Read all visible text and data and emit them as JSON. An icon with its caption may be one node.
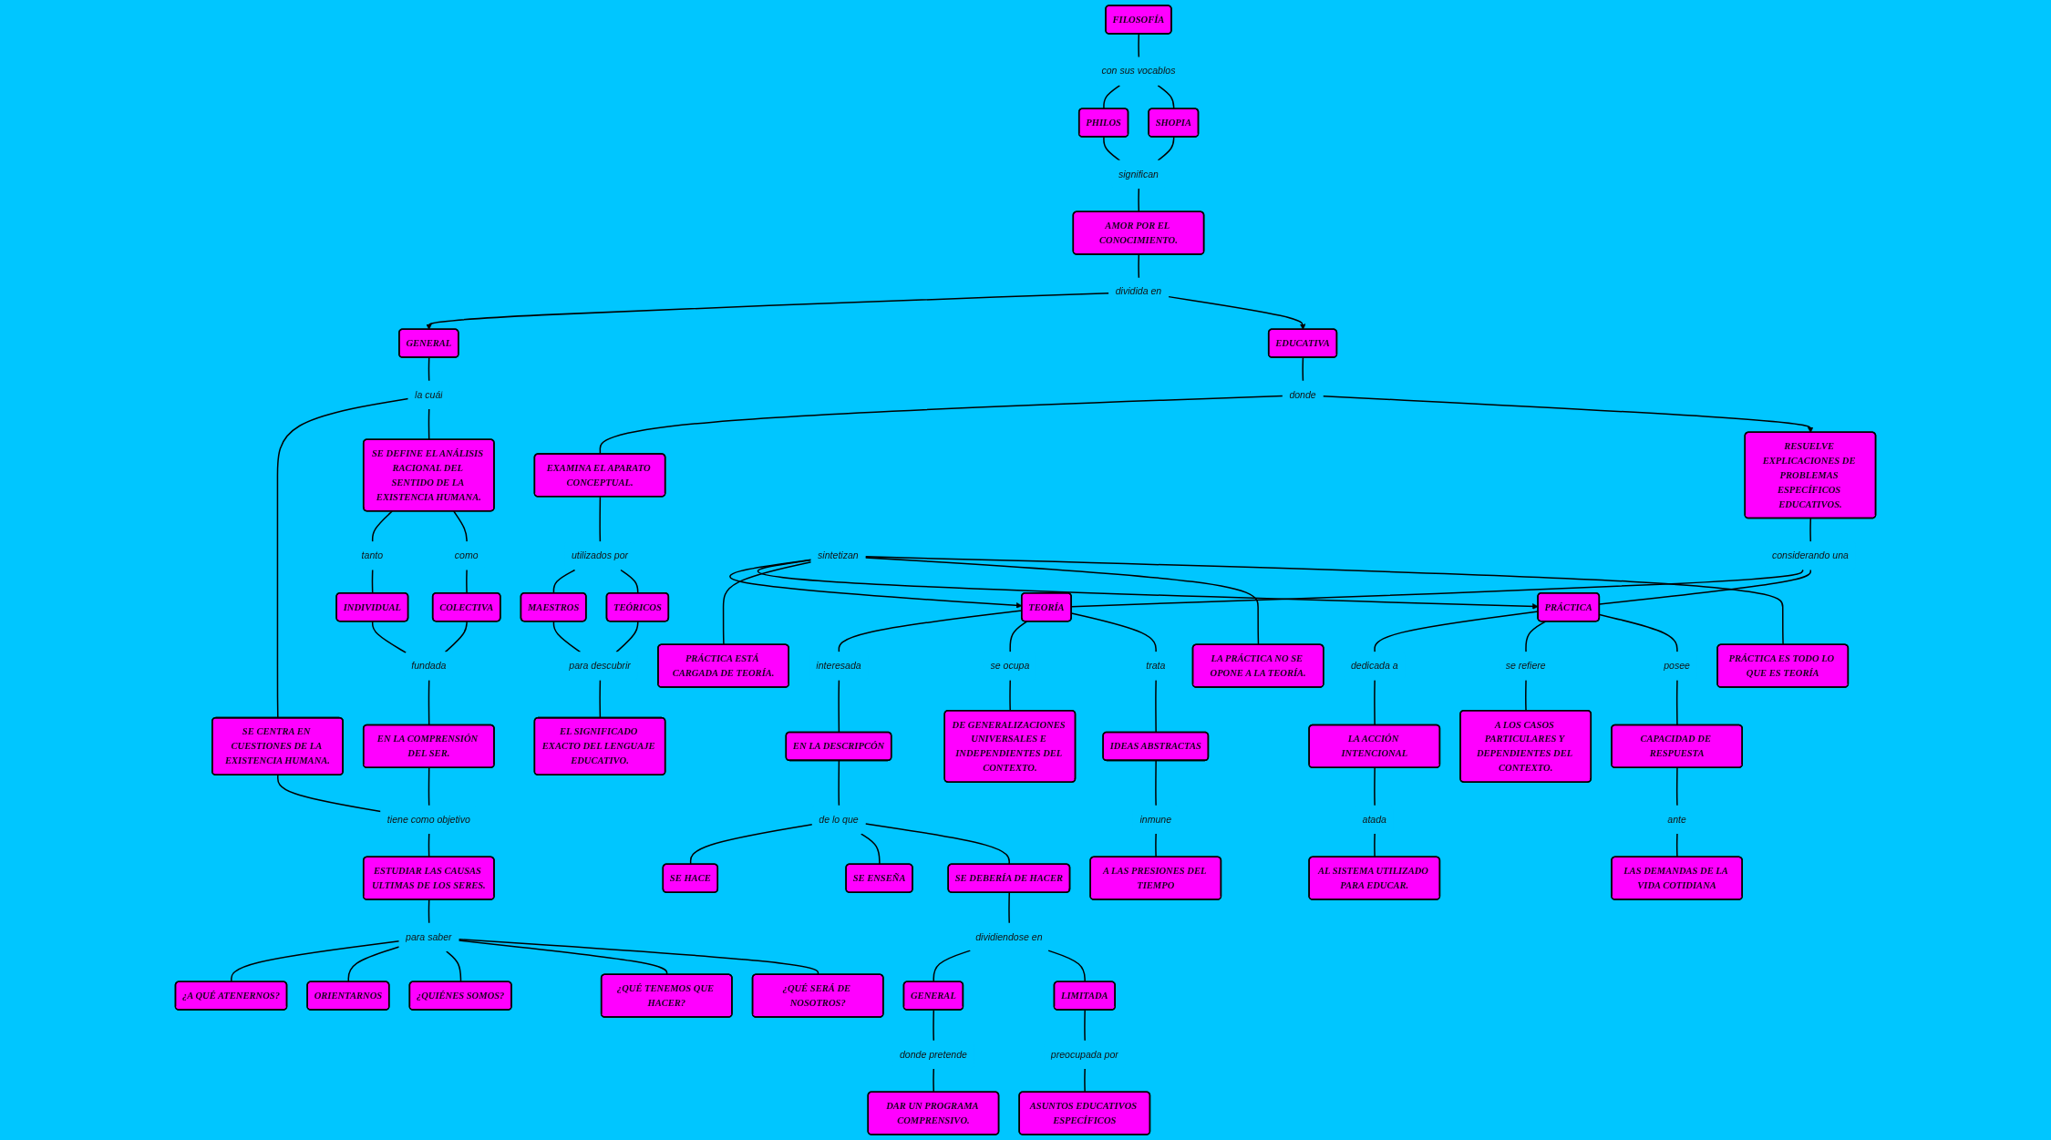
{
  "diagram": {
    "nodes": [
      {
        "text": [
          "FILOSOFÍA"
        ]
      },
      {
        "text": [
          "con sus vocablos"
        ]
      },
      {
        "text": [
          "PHILOS"
        ]
      },
      {
        "text": [
          "SHOPIA"
        ]
      },
      {
        "text": [
          "significan"
        ]
      },
      {
        "text": [
          "AMOR POR EL CONOCIMIENTO."
        ]
      },
      {
        "text": [
          "dividida en"
        ]
      },
      {
        "text": [
          "GENERAL"
        ]
      },
      {
        "text": [
          "EDUCATIVA"
        ]
      },
      {
        "text": [
          "la cuál"
        ]
      },
      {
        "text": [
          "donde"
        ]
      },
      {
        "text": [
          "SE DEFINE EL ANÁLISIS RACIONAL DEL SENTIDO DE LA EXISTENCIA HUMANA."
        ]
      },
      {
        "text": [
          "EXAMINA EL APARATO CONCEPTUAL."
        ]
      },
      {
        "text": [
          "RESUELVE EXPLICACIONES DE PROBLEMAS ESPECÍFICOS EDUCATIVOS."
        ]
      },
      {
        "text": [
          "SE CENTRA EN CUESTIONES DE LA EXISTENCIA HUMANA."
        ]
      },
      {
        "text": [
          "tanto"
        ]
      },
      {
        "text": [
          "como"
        ]
      },
      {
        "text": [
          "INDIVIDUAL"
        ]
      },
      {
        "text": [
          "COLECTIVA"
        ]
      },
      {
        "text": [
          "considerando una"
        ]
      },
      {
        "text": [
          "utilizados por"
        ]
      },
      {
        "text": [
          "fundada"
        ]
      },
      {
        "text": [
          "MAESTROS"
        ]
      },
      {
        "text": [
          "TEÓRICOS"
        ]
      },
      {
        "text": [
          "EN LA COMPRENSIÓN DEL SER."
        ]
      },
      {
        "text": [
          "PRÁCTICA"
        ]
      },
      {
        "text": [
          "TEORÍA"
        ]
      },
      {
        "text": [
          "sintetizan"
        ]
      },
      {
        "text": [
          "dedicada a"
        ]
      },
      {
        "text": [
          "posee"
        ]
      },
      {
        "text": [
          "tiene como objetivo"
        ]
      },
      {
        "text": [
          "para descubrir"
        ]
      },
      {
        "text": [
          "interesada"
        ]
      },
      {
        "text": [
          "se ocupa"
        ]
      },
      {
        "text": [
          "trata"
        ]
      },
      {
        "text": [
          "se refiere"
        ]
      },
      {
        "text": [
          "PRÁCTICA ESTÁ CARGADA DE TEORÍA."
        ]
      },
      {
        "text": [
          "PRÁCTICA ES TODO LO QUE ES TEORÍA"
        ]
      },
      {
        "text": [
          "LA ACCIÓN INTENCIONAL"
        ]
      },
      {
        "text": [
          "CAPACIDAD DE RESPUESTA"
        ]
      },
      {
        "text": [
          "ESTUDIAR LAS CAUSAS ULTIMAS DE LOS SERES."
        ]
      },
      {
        "text": [
          "EL SIGNIFICADO EXACTO DEL LENGUAJE EDUCATIVO."
        ]
      },
      {
        "text": [
          "EN LA DESCRIPCÓN"
        ]
      },
      {
        "text": [
          "DE GENERALIZACIONES UNIVERSALES E INDEPENDIENTES DEL CONTEXTO."
        ]
      },
      {
        "text": [
          "IDEAS ABSTRACTAS"
        ]
      },
      {
        "text": [
          "A LOS CASOS PARTICULARES Y DEPENDIENTES DEL CONTEXTO."
        ]
      },
      {
        "text": [
          "ante"
        ]
      },
      {
        "text": [
          "de lo que"
        ]
      },
      {
        "text": [
          "atada"
        ]
      },
      {
        "text": [
          "inmune"
        ]
      },
      {
        "text": [
          "para saber"
        ]
      },
      {
        "text": [
          "SE HACE"
        ]
      },
      {
        "text": [
          "SE ENSEÑA"
        ]
      },
      {
        "text": [
          "A LAS PRESIONES DEL TIEMPO"
        ]
      },
      {
        "text": [
          "LAS DEMANDAS DE LA VIDA COTIDIANA"
        ]
      },
      {
        "text": [
          "AL SISTEMA UTILIZADO PARA EDUCAR."
        ]
      },
      {
        "text": [
          "LA PRÁCTICA NO SE OPONE A LA TEORÍA."
        ]
      },
      {
        "text": [
          "¿QUÉ SERÁ DE NOSOTROS?"
        ]
      },
      {
        "text": [
          "¿A QUÉ ATENERNOS?"
        ]
      },
      {
        "text": [
          "SE DEBERÍA DE HACER"
        ]
      },
      {
        "text": [
          "¿QUIÉNES SOMOS?"
        ]
      },
      {
        "text": [
          "ORIENTARNOS"
        ]
      },
      {
        "text": [
          "¿QUÉ TENEMOS QUE HACER?"
        ]
      },
      {
        "text": [
          "dividiendose en"
        ]
      },
      {
        "text": [
          "GENERAL"
        ]
      },
      {
        "text": [
          "LIMITADA"
        ]
      },
      {
        "text": [
          "donde pretende"
        ]
      },
      {
        "text": [
          "preocupada por"
        ]
      },
      {
        "text": [
          "DAR UN PROGRAMA COMPRENSIVO."
        ]
      },
      {
        "text": [
          "ASUNTOS EDUCATIVOS ESPECÍFICOS"
        ]
      }
    ],
    "edges": [
      {
        "from": 0,
        "to": 1,
        "arrow": "none"
      },
      {
        "from": 1,
        "to": 2,
        "arrow": "none"
      },
      {
        "from": 1,
        "to": 3,
        "arrow": "none"
      },
      {
        "from": 2,
        "to": 4,
        "arrow": "none"
      },
      {
        "from": 3,
        "to": 4,
        "arrow": "none"
      },
      {
        "from": 4,
        "to": 5,
        "arrow": "none"
      },
      {
        "from": 5,
        "to": 6,
        "arrow": "none"
      },
      {
        "from": 6,
        "to": 7,
        "arrow": "to"
      },
      {
        "from": 6,
        "to": 8,
        "arrow": "to"
      },
      {
        "from": 7,
        "to": 9,
        "arrow": "none"
      },
      {
        "from": 8,
        "to": 10,
        "arrow": "none"
      },
      {
        "from": 9,
        "to": 14,
        "arrow": "none"
      },
      {
        "from": 9,
        "to": 11,
        "arrow": "none"
      },
      {
        "from": 10,
        "to": 12,
        "arrow": "none"
      },
      {
        "from": 10,
        "to": 13,
        "arrow": "to"
      },
      {
        "from": 11,
        "to": 15,
        "arrow": "none"
      },
      {
        "from": 11,
        "to": 16,
        "arrow": "none"
      },
      {
        "from": 15,
        "to": 17,
        "arrow": "none"
      },
      {
        "from": 16,
        "to": 18,
        "arrow": "none"
      },
      {
        "from": 17,
        "to": 21,
        "arrow": "none"
      },
      {
        "from": 18,
        "to": 21,
        "arrow": "none"
      },
      {
        "from": 21,
        "to": 24,
        "arrow": "none"
      },
      {
        "from": 14,
        "to": 30,
        "arrow": "none"
      },
      {
        "from": 24,
        "to": 30,
        "arrow": "none"
      },
      {
        "from": 30,
        "to": 40,
        "arrow": "none"
      },
      {
        "from": 40,
        "to": 50,
        "arrow": "none"
      },
      {
        "from": 50,
        "to": 58,
        "arrow": "none"
      },
      {
        "from": 50,
        "to": 61,
        "arrow": "none"
      },
      {
        "from": 50,
        "to": 60,
        "arrow": "none"
      },
      {
        "from": 50,
        "to": 62,
        "arrow": "none"
      },
      {
        "from": 50,
        "to": 57,
        "arrow": "none"
      },
      {
        "from": 12,
        "to": 20,
        "arrow": "none"
      },
      {
        "from": 20,
        "to": 22,
        "arrow": "none"
      },
      {
        "from": 20,
        "to": 23,
        "arrow": "none"
      },
      {
        "from": 22,
        "to": 31,
        "arrow": "none"
      },
      {
        "from": 23,
        "to": 31,
        "arrow": "none"
      },
      {
        "from": 31,
        "to": 41,
        "arrow": "none"
      },
      {
        "from": 13,
        "to": 19,
        "arrow": "none"
      },
      {
        "from": 19,
        "to": 26,
        "arrow": "none"
      },
      {
        "from": 19,
        "to": 25,
        "arrow": "none"
      },
      {
        "from": 26,
        "to": 32,
        "arrow": "none"
      },
      {
        "from": 32,
        "to": 42,
        "arrow": "none"
      },
      {
        "from": 42,
        "to": 47,
        "arrow": "none"
      },
      {
        "from": 47,
        "to": 51,
        "arrow": "none"
      },
      {
        "from": 47,
        "to": 52,
        "arrow": "none"
      },
      {
        "from": 47,
        "to": 59,
        "arrow": "none"
      },
      {
        "from": 59,
        "to": 63,
        "arrow": "none"
      },
      {
        "from": 63,
        "to": 64,
        "arrow": "none"
      },
      {
        "from": 63,
        "to": 65,
        "arrow": "none"
      },
      {
        "from": 64,
        "to": 66,
        "arrow": "none"
      },
      {
        "from": 66,
        "to": 68,
        "arrow": "none"
      },
      {
        "from": 65,
        "to": 67,
        "arrow": "none"
      },
      {
        "from": 67,
        "to": 69,
        "arrow": "none"
      },
      {
        "from": 26,
        "to": 33,
        "arrow": "none"
      },
      {
        "from": 33,
        "to": 43,
        "arrow": "none"
      },
      {
        "from": 26,
        "to": 34,
        "arrow": "none"
      },
      {
        "from": 34,
        "to": 44,
        "arrow": "none"
      },
      {
        "from": 44,
        "to": 49,
        "arrow": "none"
      },
      {
        "from": 49,
        "to": 53,
        "arrow": "none"
      },
      {
        "from": 27,
        "to": 26,
        "arrow": "to"
      },
      {
        "from": 27,
        "to": 25,
        "arrow": "to"
      },
      {
        "from": 27,
        "to": 36,
        "arrow": "none"
      },
      {
        "from": 27,
        "to": 56,
        "arrow": "none"
      },
      {
        "from": 27,
        "to": 37,
        "arrow": "none"
      },
      {
        "from": 25,
        "to": 28,
        "arrow": "none"
      },
      {
        "from": 28,
        "to": 38,
        "arrow": "none"
      },
      {
        "from": 38,
        "to": 48,
        "arrow": "none"
      },
      {
        "from": 48,
        "to": 55,
        "arrow": "none"
      },
      {
        "from": 25,
        "to": 35,
        "arrow": "none"
      },
      {
        "from": 35,
        "to": 45,
        "arrow": "none"
      },
      {
        "from": 25,
        "to": 29,
        "arrow": "none"
      },
      {
        "from": 29,
        "to": 39,
        "arrow": "none"
      },
      {
        "from": 39,
        "to": 46,
        "arrow": "none"
      },
      {
        "from": 46,
        "to": 54,
        "arrow": "none"
      }
    ]
  }
}
